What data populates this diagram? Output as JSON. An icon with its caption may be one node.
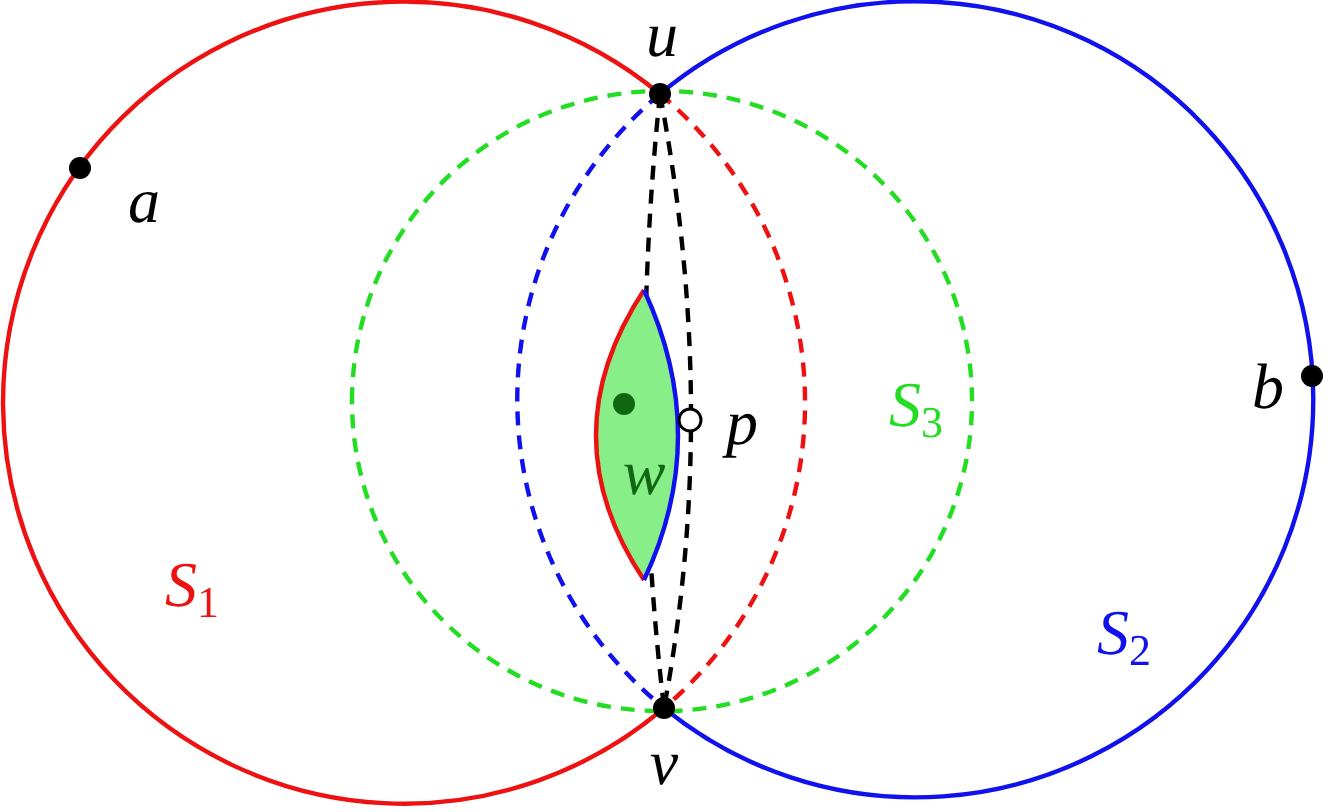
{
  "diagram": {
    "labels": [
      "u",
      "a",
      "b",
      "p",
      "S$_{3}$",
      "w",
      "S$_{1}$",
      "S$_{2}$",
      "v"
    ]
  }
}
